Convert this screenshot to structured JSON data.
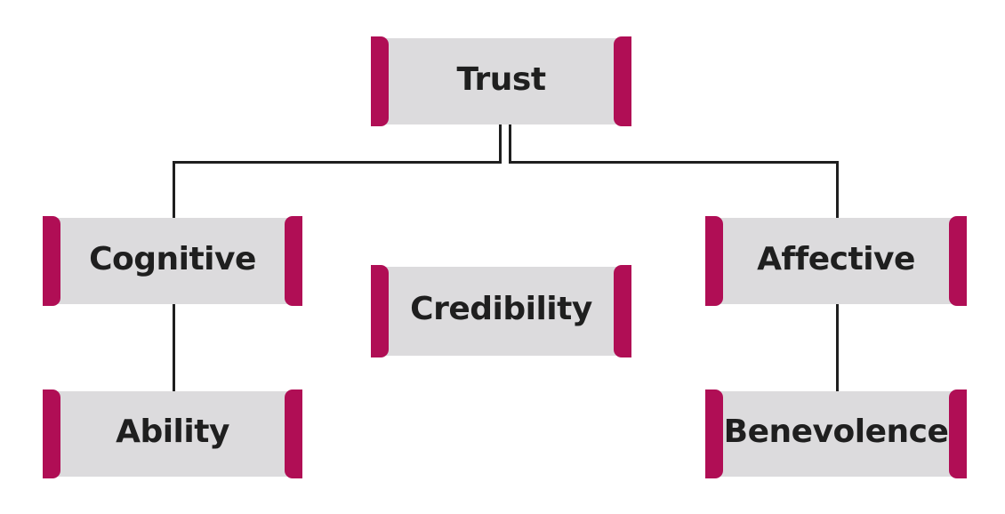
{
  "diagram": {
    "type": "hierarchy-tree",
    "title": "Trust",
    "colors": {
      "accent": "#b00e55",
      "node_fill": "#dcdbdd",
      "line": "#1f1f1f",
      "text": "#1f1f1f",
      "background": "#ffffff"
    },
    "nodes": [
      {
        "id": "trust",
        "label": "Trust",
        "level": 1
      },
      {
        "id": "cognitive",
        "label": "Cognitive",
        "level": 2
      },
      {
        "id": "credibility",
        "label": "Credibility",
        "level": 2
      },
      {
        "id": "affective",
        "label": "Affective",
        "level": 2
      },
      {
        "id": "ability",
        "label": "Ability",
        "level": 3
      },
      {
        "id": "benevolence",
        "label": "Benevolence",
        "level": 3
      }
    ],
    "edges": [
      {
        "from": "trust",
        "to": "cognitive"
      },
      {
        "from": "trust",
        "to": "affective"
      },
      {
        "from": "cognitive",
        "to": "ability"
      },
      {
        "from": "affective",
        "to": "benevolence"
      }
    ]
  }
}
